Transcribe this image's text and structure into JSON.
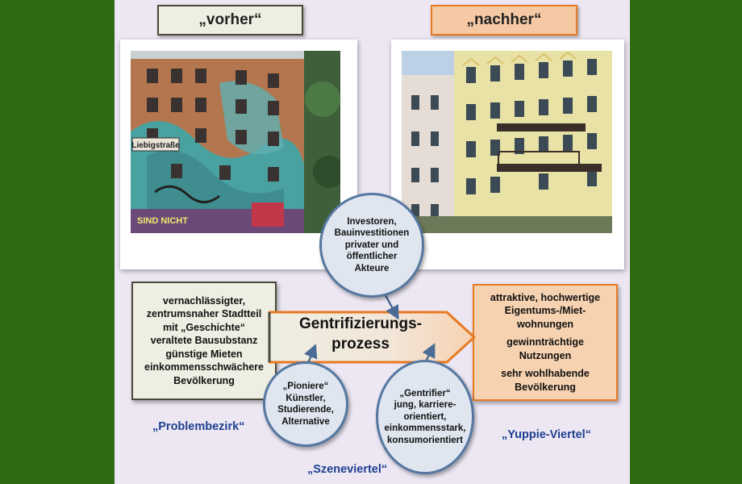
{
  "labels": {
    "before": "„vorher“",
    "after": "„nachher“"
  },
  "left_box": [
    "vernachlässigter,",
    "zentrumsnaher Stadtteil",
    "mit „Geschichte“",
    "veraltete Bausubstanz",
    "günstige Mieten",
    "einkommensschwächere",
    "Bevölkerung"
  ],
  "right_box": [
    "attraktive, hochwertige",
    "Eigentums-/Miet-",
    "wohnungen",
    "gewinnträchtige",
    "Nutzungen",
    "sehr wohlhabende",
    "Bevölkerung"
  ],
  "process": {
    "line1": "Gentrifizierungs-",
    "line2": "prozess"
  },
  "circles": {
    "investors": [
      "Investoren,",
      "Bauinvestitionen",
      "privater und",
      "öffentlicher",
      "Akteure"
    ],
    "pioneers": [
      "„Pioniere“",
      "Künstler,",
      "Studierende,",
      "Alternative"
    ],
    "gentrifier": [
      "„Gentrifier“",
      "jung, karriere-",
      "orientiert,",
      "einkommensstark,",
      "konsumorientiert"
    ]
  },
  "district_labels": {
    "problem": "„Problembezirk“",
    "scene": "„Szeneviertel“",
    "yuppie": "„Yuppie-Viertel“"
  },
  "photo_left": {
    "street_sign": "Liebigstraße",
    "graffiti": "SIND NICHT"
  },
  "colors": {
    "green_bg": "#2e6b12",
    "lavender": "#ece7f3",
    "orange": "#e87a23",
    "blue": "#5577a0",
    "dark_blue_text": "#1f3f8f"
  }
}
